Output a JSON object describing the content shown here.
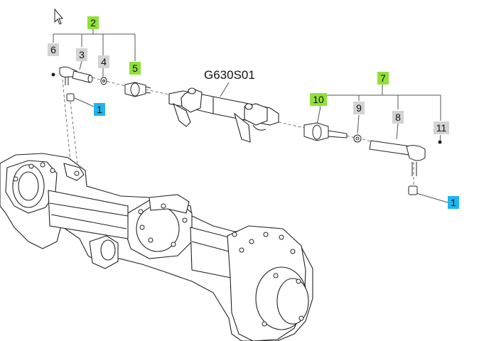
{
  "reference": "G630S01",
  "callouts": {
    "c2": "2",
    "c6": "6",
    "c3": "3",
    "c4": "4",
    "c5": "5",
    "c1a": "1",
    "c7": "7",
    "c10": "10",
    "c9": "9",
    "c8": "8",
    "c11": "11",
    "c1b": "1"
  },
  "colors": {
    "assembly_tag": "#8fe03a",
    "nut_tag": "#1fb6ee",
    "part_tag": "#d3d3d3",
    "line": "#333333"
  },
  "icons": {
    "cursor": "arrow-cursor-icon"
  }
}
